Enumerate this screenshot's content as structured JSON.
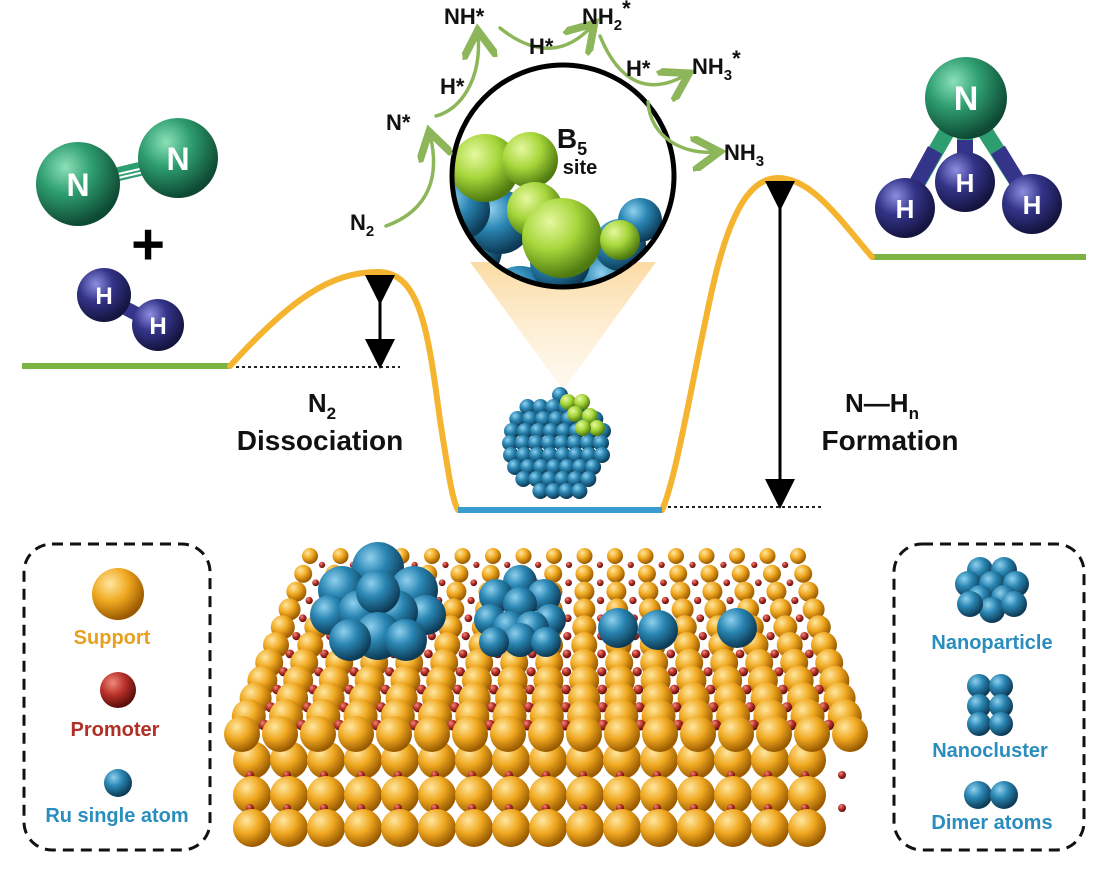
{
  "colors": {
    "profile": "#F5B430",
    "baseline": "#7CB342",
    "well": "#3A9BD0",
    "arrow_green": "#8DB65A",
    "ru_blue": "#1E6E95",
    "nitrogen_green": "#2E9E70",
    "hydrogen_navy": "#2F2F80",
    "b5_green": "#A6D63A",
    "support": "#F0A820",
    "promoter": "#B8302A",
    "support_label": "#E8A020",
    "promoter_label": "#B03028",
    "ru_label": "#2A8DBE",
    "right_legend_label": "#2A8DBE"
  },
  "reactants": {
    "n2_atom": "N",
    "plus": "+",
    "h2_atom": "H"
  },
  "product": {
    "n_atom": "N",
    "h_atom": "H"
  },
  "pathway": {
    "n2": {
      "main": "N",
      "sub": "2"
    },
    "n_star": "N*",
    "h_star_1": "H*",
    "nh_star": "NH*",
    "h_star_2": "H*",
    "nh2_star": {
      "main": "NH",
      "sub": "2",
      "sup": "*"
    },
    "h_star_3": "H*",
    "nh3_star": {
      "main": "NH",
      "sub": "3",
      "sup": "*"
    },
    "nh3": {
      "main": "NH",
      "sub": "3"
    }
  },
  "inset": {
    "title_main": "B",
    "title_sub": "5",
    "title_line2": "site"
  },
  "barriers": {
    "left": {
      "line1_main": "N",
      "line1_sub": "2",
      "line2": "Dissociation"
    },
    "right": {
      "line1_main": "N—H",
      "line1_sub": "n",
      "line2": "Formation"
    }
  },
  "legend_left": {
    "items": [
      {
        "icon": "support-atom-icon",
        "label": "Support"
      },
      {
        "icon": "promoter-atom-icon",
        "label": "Promoter"
      },
      {
        "icon": "ru-single-atom-icon",
        "label": "Ru single atom"
      }
    ]
  },
  "legend_right": {
    "items": [
      {
        "icon": "nanoparticle-icon",
        "label": "Nanoparticle"
      },
      {
        "icon": "nanocluster-icon",
        "label": "Nanocluster"
      },
      {
        "icon": "dimer-atoms-icon",
        "label": "Dimer atoms"
      }
    ]
  }
}
